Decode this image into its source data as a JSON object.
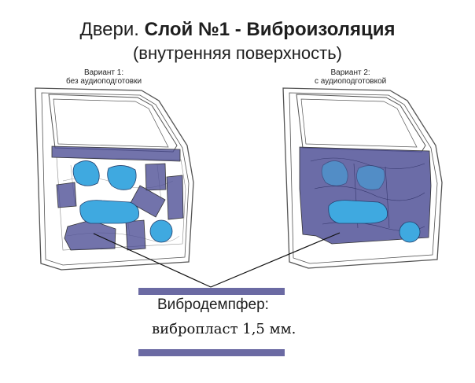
{
  "title": {
    "prefix": "Двери.",
    "main": "Слой №1 - Виброизоляция",
    "subtitle": "(внутренняя поверхность)"
  },
  "variants": [
    {
      "line1": "Вариант 1:",
      "line2": "без аудиоподготовки"
    },
    {
      "line1": "Вариант 2:",
      "line2": "с аудиоподготовкой"
    }
  ],
  "legend": {
    "label": "Вибродемпфер:",
    "material": "вибропласт 1,5 мм.",
    "color": "#6b6aa3"
  },
  "colors": {
    "damper": "#4a4c94",
    "cutout": "#3fa9e0",
    "outline": "#555555"
  }
}
